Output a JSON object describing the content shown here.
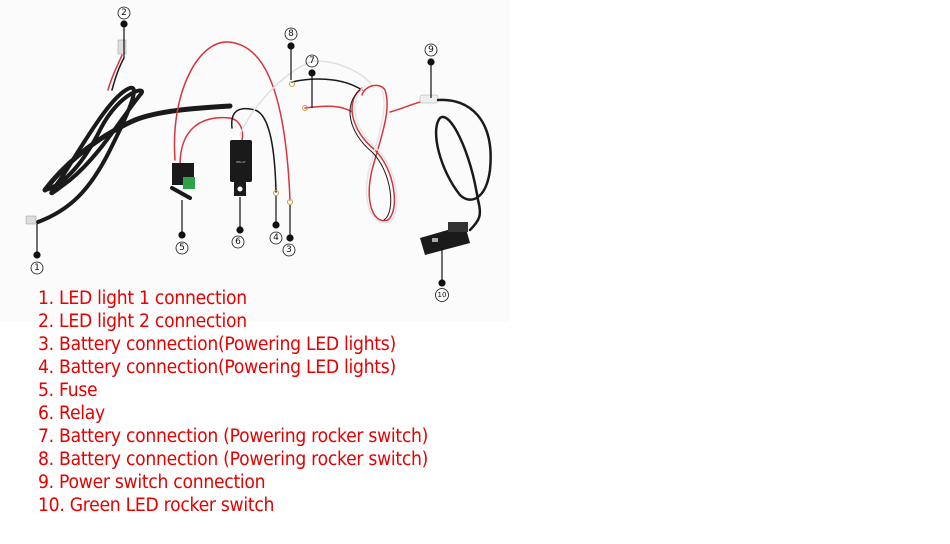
{
  "diagram": {
    "callouts": [
      "1",
      "2",
      "3",
      "4",
      "5",
      "6",
      "7",
      "8",
      "9",
      "10"
    ],
    "colors": {
      "legend_text": "#e60000",
      "wire_red": "#d8343c",
      "wire_black": "#1a1a1a",
      "wire_white": "#e8e8e8"
    }
  },
  "legend": [
    "1. LED light 1 connection",
    "2. LED light 2 connection",
    "3. Battery connection(Powering LED lights)",
    "4. Battery connection(Powering LED lights)",
    "5. Fuse",
    "6. Relay",
    "7. Battery connection (Powering rocker switch)",
    "8. Battery connection (Powering rocker switch)",
    "9. Power switch connection",
    "10. Green LED rocker switch"
  ]
}
